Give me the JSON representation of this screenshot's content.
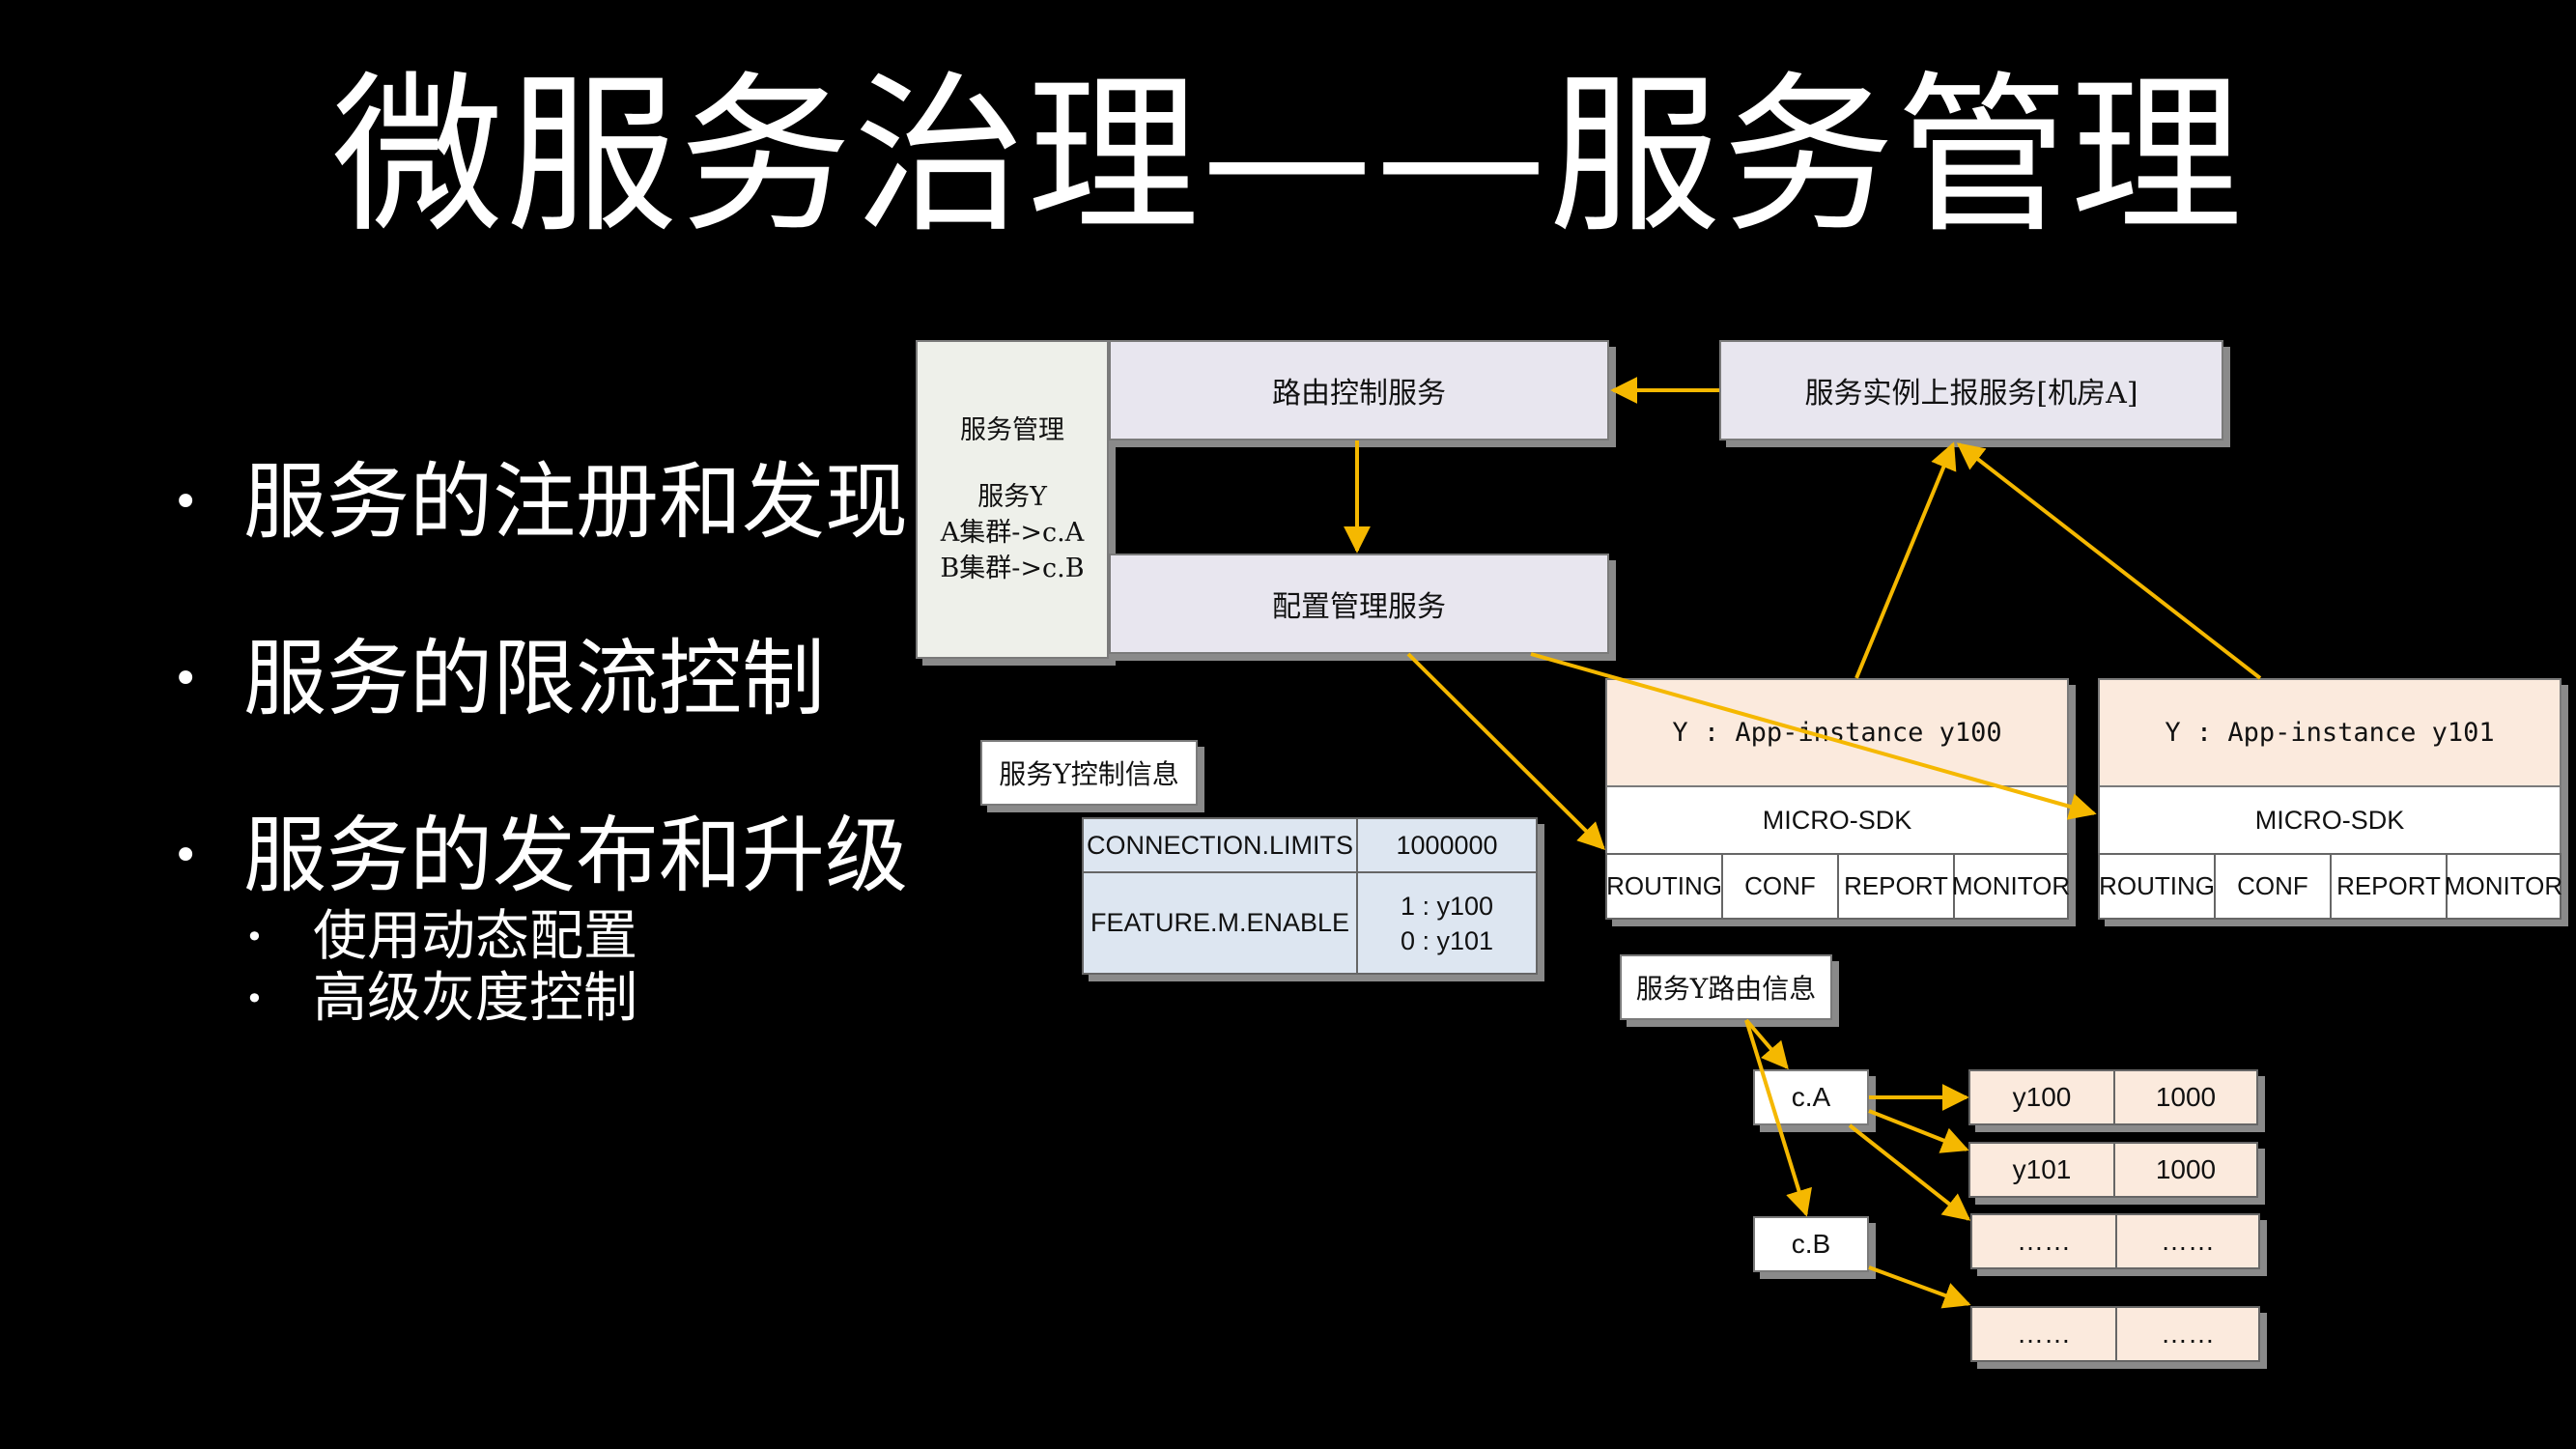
{
  "title": "微服务治理——服务管理",
  "bullets": [
    {
      "label": "服务的注册和发现"
    },
    {
      "label": "服务的限流控制"
    },
    {
      "label": "服务的发布和升级",
      "sub": [
        "使用动态配置",
        "高级灰度控制"
      ]
    }
  ],
  "diagram": {
    "mgmt": {
      "title": "服务管理",
      "lines": [
        "服务Y",
        "A集群->c.A",
        "B集群->c.B"
      ]
    },
    "routing_service": "路由控制服务",
    "config_service": "配置管理服务",
    "report_service": "服务实例上报服务[机房A]",
    "control_info_label": "服务Y控制信息",
    "control_table": [
      {
        "key": "CONNECTION.LIMITS",
        "value": "1000000"
      },
      {
        "key": "FEATURE.M.ENABLE",
        "value": "1 : y100\n0 : y101"
      }
    ],
    "instances": [
      {
        "name": "Y : App-instance y100",
        "sdk": "MICRO-SDK",
        "modules": [
          "ROUTING",
          "CONF",
          "REPORT",
          "MONITOR"
        ]
      },
      {
        "name": "Y : App-instance y101",
        "sdk": "MICRO-SDK",
        "modules": [
          "ROUTING",
          "CONF",
          "REPORT",
          "MONITOR"
        ]
      }
    ],
    "route_info_label": "服务Y路由信息",
    "clusters": [
      "c.A",
      "c.B"
    ],
    "route_table": [
      [
        "y100",
        "1000"
      ],
      [
        "y101",
        "1000"
      ],
      [
        "……",
        "……"
      ],
      [
        "……",
        "……"
      ]
    ],
    "arrow_color": "#f5b800"
  }
}
